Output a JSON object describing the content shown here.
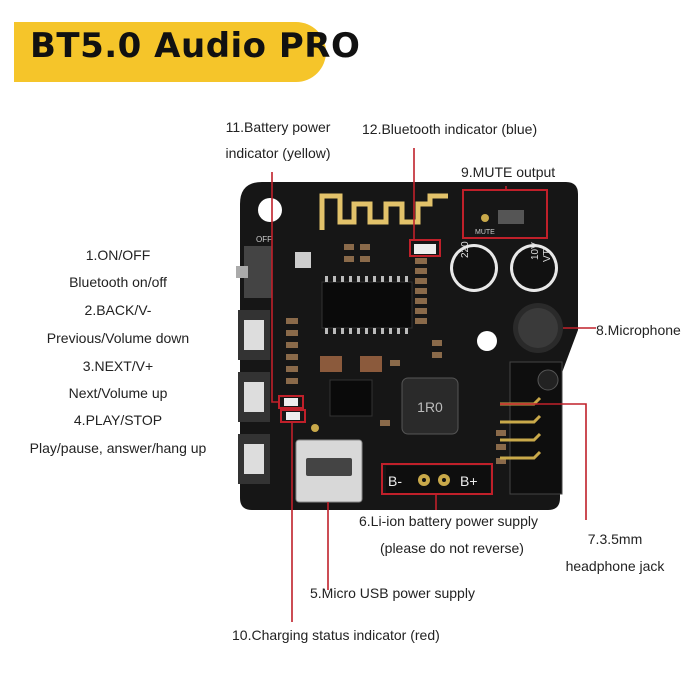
{
  "title": "BT5.0 Audio PRO",
  "labels": {
    "battery_indicator_1": "11.Battery power",
    "battery_indicator_2": "indicator (yellow)",
    "bt_indicator": "12.Bluetooth indicator (blue)",
    "mute": "9.MUTE output",
    "onoff_1": "1.ON/OFF",
    "onoff_2": "Bluetooth on/off",
    "back_1": "2.BACK/V-",
    "back_2": "Previous/Volume down",
    "next_1": "3.NEXT/V+",
    "next_2": "Next/Volume up",
    "play_1": "4.PLAY/STOP",
    "play_2": "Play/pause, answer/hang up",
    "microphone": "8.Microphone",
    "liion_1": "6.Li-ion battery power supply",
    "liion_2": "(please do not reverse)",
    "jack_1": "7.3.5mm",
    "jack_2": "headphone jack",
    "usb": "5.Micro USB power supply",
    "charging": "10.Charging status indicator (red)"
  },
  "board": {
    "cap_text_1": "220",
    "cap_text_2": "10V",
    "cap_text_3": "VT",
    "inductor_text": "1R0",
    "b_minus": "B-",
    "b_plus": "B+",
    "off_text": "OFF",
    "mute_text": "MUTE"
  },
  "colors": {
    "pcb": "#161616",
    "callout": "#c0202a",
    "title_bar": "#f5c52a",
    "antenna": "#e2c26a"
  }
}
